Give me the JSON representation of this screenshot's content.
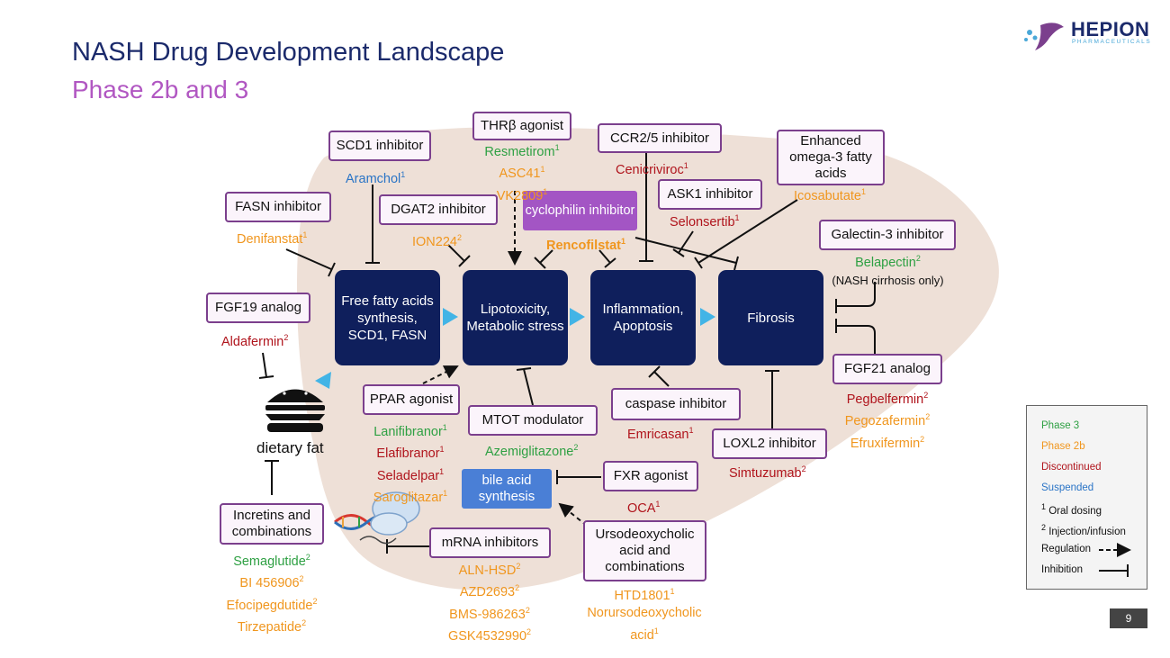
{
  "title": "NASH Drug Development Landscape",
  "subtitle": "Phase 2b and 3",
  "logo": {
    "name": "HEPION",
    "sub": "PHARMACEUTICALS",
    "colors": [
      "#1b2a6b",
      "#7b3f8d",
      "#4aa8d8"
    ]
  },
  "colors": {
    "phase3": "#2ea043",
    "phase2b": "#f0961e",
    "discontinued": "#b0141c",
    "suspended": "#2a74c6",
    "node": "#0f1f5c"
  },
  "nodes": {
    "ffa": "Free fatty acids synthesis, SCD1, FASN",
    "lipo": "Lipotoxicity, Metabolic stress",
    "inflam": "Inflammation, Apoptosis",
    "fibrosis": "Fibrosis"
  },
  "targets": {
    "scd1": "SCD1 inhibitor",
    "thrb": "THRβ agonist",
    "ccr25": "CCR2/5 inhibitor",
    "omega3": "Enhanced omega-3 fatty acids",
    "fasn": "FASN inhibitor",
    "dgat2": "DGAT2 inhibitor",
    "cyclophilin": "cyclophilin inhibitor",
    "ask1": "ASK1 inhibitor",
    "galectin3": "Galectin-3 inhibitor",
    "fgf19": "FGF19 analog",
    "fgf21": "FGF21 analog",
    "ppar": "PPAR agonist",
    "mtot": "MTOT modulator",
    "caspase": "caspase inhibitor",
    "loxl2": "LOXL2 inhibitor",
    "bile_acid": "bile acid synthesis",
    "fxr": "FXR agonist",
    "udca": "Ursodeoxycholic acid and combinations",
    "incretins": "Incretins and combinations",
    "mrna": "mRNA inhibitors"
  },
  "drugs": {
    "aramchol": {
      "name": "Aramchol",
      "sup": "1"
    },
    "resmetirom": {
      "name": "Resmetirom",
      "sup": "1"
    },
    "asc41": {
      "name": "ASC41",
      "sup": "1"
    },
    "vk2809": {
      "name": "VK2809",
      "sup": "1"
    },
    "cenicriviroc": {
      "name": "Cenicriviroc",
      "sup": "1"
    },
    "icosabutate": {
      "name": "Icosabutate",
      "sup": "1"
    },
    "denifanstat": {
      "name": "Denifanstat",
      "sup": "1"
    },
    "ion224": {
      "name": "ION224",
      "sup": "2"
    },
    "rencofilstat": {
      "name": "Rencofilstat",
      "sup": "1"
    },
    "selonsertib": {
      "name": "Selonsertib",
      "sup": "1"
    },
    "belapectin": {
      "name": "Belapectin",
      "sup": "2"
    },
    "belapectin_note": "(NASH cirrhosis only)",
    "aldafermin": {
      "name": "Aldafermin",
      "sup": "2"
    },
    "pegbelfermin": {
      "name": "Pegbelfermin",
      "sup": "2"
    },
    "pegozafermin": {
      "name": "Pegozafermin",
      "sup": "2"
    },
    "efruxifermin": {
      "name": "Efruxifermin",
      "sup": "2"
    },
    "lanifibranor": {
      "name": "Lanifibranor",
      "sup": "1"
    },
    "elafibranor": {
      "name": "Elafibranor",
      "sup": "1"
    },
    "seladelpar": {
      "name": "Seladelpar",
      "sup": "1"
    },
    "saroglitazar": {
      "name": "Saroglitazar",
      "sup": "1"
    },
    "azemiglitazone": {
      "name": "Azemiglitazone",
      "sup": "2"
    },
    "emricasan": {
      "name": "Emricasan",
      "sup": "1"
    },
    "simtuzumab": {
      "name": "Simtuzumab",
      "sup": "2"
    },
    "oca": {
      "name": "OCA",
      "sup": "1"
    },
    "htd1801": {
      "name": "HTD1801",
      "sup": "1"
    },
    "norurso": {
      "name": "Norursodeoxycholic",
      "name2": "acid",
      "sup": "1"
    },
    "semaglutide": {
      "name": "Semaglutide",
      "sup": "2"
    },
    "bi456906": {
      "name": "BI 456906",
      "sup": "2"
    },
    "efocipegdutide": {
      "name": "Efocipegdutide",
      "sup": "2"
    },
    "tirzepatide": {
      "name": "Tirzepatide",
      "sup": "2"
    },
    "alnhsd": {
      "name": "ALN-HSD",
      "sup": "2"
    },
    "azd2693": {
      "name": "AZD2693",
      "sup": "2"
    },
    "bms986263": {
      "name": "BMS-986263",
      "sup": "2"
    },
    "gsk4532990": {
      "name": "GSK4532990",
      "sup": "2"
    }
  },
  "dietary_fat": "dietary fat",
  "legend": {
    "phase3": "Phase 3",
    "phase2b": "Phase 2b",
    "discontinued": "Discontinued",
    "suspended": "Suspended",
    "oral_sup": "1",
    "oral": "Oral dosing",
    "inj_sup": "2",
    "injection": "Injection/infusion",
    "regulation": "Regulation",
    "inhibition": "Inhibition"
  },
  "page_number": "9"
}
